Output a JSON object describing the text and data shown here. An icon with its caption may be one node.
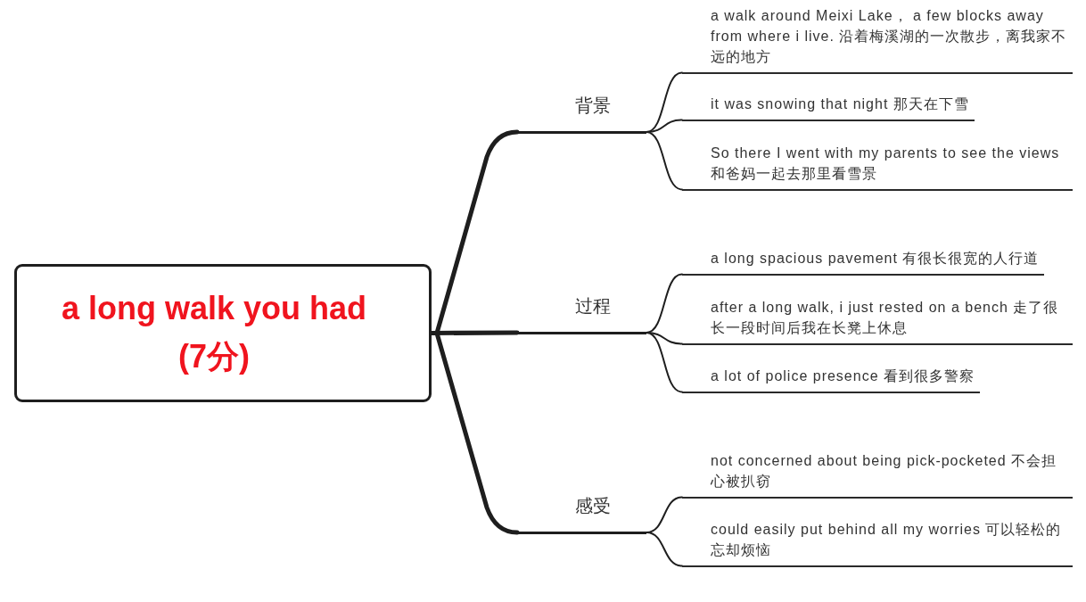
{
  "diagram": {
    "nodes": [
      {
        "text": [
          "a long walk you had (7分)"
        ]
      },
      {
        "text": [
          "背景"
        ]
      },
      {
        "text": [
          "a walk around Meixi Lake， a few blocks away from where i live. 沿着梅溪湖的一次散步，离我家不远的地方"
        ]
      },
      {
        "text": [
          "it was snowing that night 那天在下雪"
        ]
      },
      {
        "text": [
          "So there I went with my parents to see the views 和爸妈一起去那里看雪景"
        ]
      },
      {
        "text": [
          "过程"
        ]
      },
      {
        "text": [
          "a long spacious pavement 有很长很宽的人行道"
        ]
      },
      {
        "text": [
          "after a long walk, i just rested on a bench 走了很长一段时间后我在长凳上休息"
        ]
      },
      {
        "text": [
          "a lot of police presence 看到很多警察"
        ]
      },
      {
        "text": [
          "感受"
        ]
      },
      {
        "text": [
          "not concerned about being pick-pocketed 不会担心被扒窃"
        ]
      },
      {
        "text": [
          "could easily put behind all my worries 可以轻松的忘却烦恼"
        ]
      }
    ],
    "edges": [
      {
        "from": 0,
        "to": 1,
        "arrow": "none",
        "style": "thick"
      },
      {
        "from": 0,
        "to": 5,
        "arrow": "none",
        "style": "thick"
      },
      {
        "from": 0,
        "to": 9,
        "arrow": "none",
        "style": "thick"
      },
      {
        "from": 1,
        "to": 2,
        "arrow": "none"
      },
      {
        "from": 1,
        "to": 3,
        "arrow": "none"
      },
      {
        "from": 1,
        "to": 4,
        "arrow": "none"
      },
      {
        "from": 5,
        "to": 6,
        "arrow": "none"
      },
      {
        "from": 5,
        "to": 7,
        "arrow": "none"
      },
      {
        "from": 5,
        "to": 8,
        "arrow": "none"
      },
      {
        "from": 9,
        "to": 10,
        "arrow": "none"
      },
      {
        "from": 9,
        "to": 11,
        "arrow": "none"
      }
    ]
  }
}
